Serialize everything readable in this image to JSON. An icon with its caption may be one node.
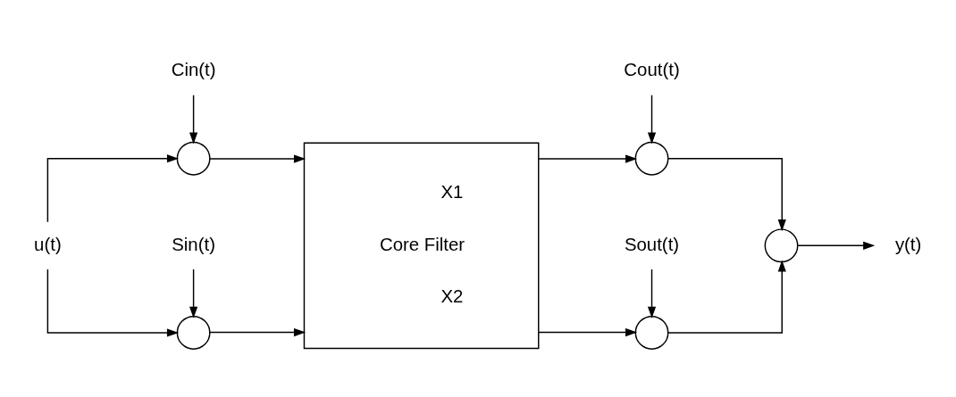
{
  "diagram": {
    "nodes": [
      {
        "text": [
          "u(t)"
        ]
      },
      {
        "text": [
          "Sin(t)"
        ]
      },
      {
        "text": [],
        "shape": "circle"
      },
      {
        "text": [],
        "shape": "circle"
      },
      {
        "text": [
          "Cin(t)"
        ]
      },
      {
        "text": [
          "X1",
          "Core Filter",
          "X2"
        ]
      },
      {
        "text": [
          "Sout(t)"
        ]
      },
      {
        "text": [],
        "shape": "circle"
      },
      {
        "text": [],
        "shape": "circle"
      },
      {
        "text": [
          "Cout(t)"
        ]
      },
      {
        "text": [],
        "shape": "circle"
      },
      {
        "text": [
          "y(t)"
        ]
      }
    ],
    "edges": [
      {
        "from": 0,
        "to": 2,
        "arrow": "to"
      },
      {
        "from": 0,
        "to": 3,
        "arrow": "to"
      },
      {
        "from": 1,
        "to": 2,
        "arrow": "to"
      },
      {
        "from": 4,
        "to": 3,
        "arrow": "to"
      },
      {
        "from": 2,
        "to": 5,
        "arrow": "to"
      },
      {
        "from": 3,
        "to": 5,
        "arrow": "to"
      },
      {
        "from": 5,
        "to": 7,
        "arrow": "to"
      },
      {
        "from": 5,
        "to": 8,
        "arrow": "to"
      },
      {
        "from": 6,
        "to": 7,
        "arrow": "to"
      },
      {
        "from": 9,
        "to": 8,
        "arrow": "to"
      },
      {
        "from": 7,
        "to": 10,
        "arrow": "to"
      },
      {
        "from": 8,
        "to": 10,
        "arrow": "to"
      },
      {
        "from": 10,
        "to": 11,
        "arrow": "to"
      }
    ]
  }
}
